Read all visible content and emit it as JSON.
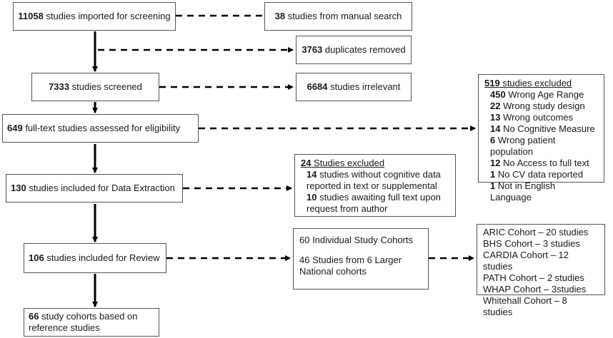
{
  "boxes": {
    "imported": {
      "num": "11058",
      "text": " studies imported for screening"
    },
    "manual": {
      "num": "38",
      "text": " studies from manual search"
    },
    "duplicates": {
      "num": "3763",
      "text": " duplicates removed"
    },
    "screened": {
      "num": "7333",
      "text": " studies screened"
    },
    "irrelevant": {
      "num": "6684",
      "text": " studies irrelevant"
    },
    "fulltext": {
      "num": "649",
      "text": " full-text studies assessed for eligibility"
    },
    "extraction": {
      "num": "130",
      "text": " studies included for Data Extraction"
    },
    "review": {
      "num": "106",
      "text": " studies included for Review"
    },
    "cohorts": {
      "num": "66",
      "text": " study cohorts based on",
      "text2": "reference studies"
    }
  },
  "excluded_519": {
    "header_num": "519",
    "header_text": " studies excluded",
    "items": [
      {
        "num": "450",
        "text": " Wrong Age Range"
      },
      {
        "num": "22",
        "text": " Wrong study design"
      },
      {
        "num": "13",
        "text": " Wrong outcomes"
      },
      {
        "num": "14",
        "text": " No Cognitive Measure"
      },
      {
        "num": "6",
        "text": " Wrong patient population"
      },
      {
        "num": "12",
        "text": " No Access to full text"
      },
      {
        "num": "1",
        "text": " No CV data reported"
      },
      {
        "num": "1",
        "text": " Not in English Language"
      }
    ]
  },
  "excluded_24": {
    "header_num": "24",
    "header_text": " Studies excluded",
    "items": [
      {
        "num": "14",
        "text": " studies without cognitive data",
        "text2": "reported in text or supplemental"
      },
      {
        "num": "10",
        "text": " studies awaiting full text upon",
        "text2": "request from author"
      }
    ]
  },
  "study_split": {
    "line1": "60 Individual Study Cohorts",
    "line2": "46 Studies from 6 Larger",
    "line3": "National cohorts"
  },
  "national_cohorts": [
    "ARIC Cohort – 20 studies",
    "BHS Cohort – 3 studies",
    "CARDIA Cohort – 12 studies",
    "PATH Cohort – 2 studies",
    "WHAP Cohort – 3studies",
    "Whitehall Cohort – 8 studies"
  ]
}
